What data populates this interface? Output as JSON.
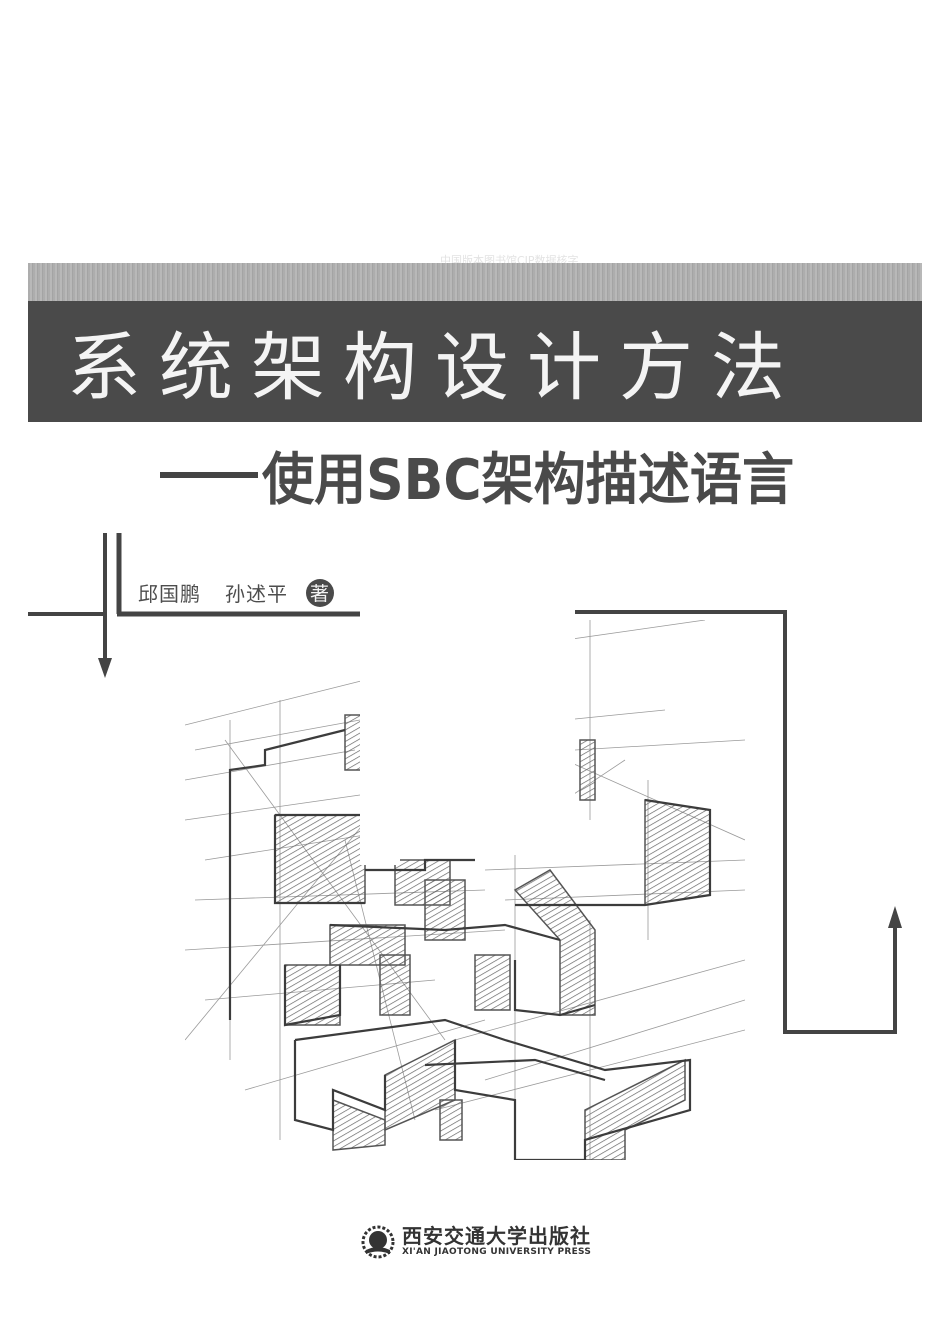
{
  "cover": {
    "title": "系统架构设计方法",
    "subtitle_dash": "——",
    "subtitle": "使用SBC架构描述语言",
    "authors": [
      "邱国鹏",
      "孙述平"
    ],
    "author_role": "著",
    "publisher": {
      "name_cn": "西安交通大学出版社",
      "name_en": "XI'AN JIAOTONG UNIVERSITY PRESS",
      "logo_icon": "gear-book-emblem-icon"
    },
    "colors": {
      "title_band": "#4a4a4a",
      "title_text": "#f4f4f4",
      "subtitle_text": "#4a4a4a",
      "lines": "#444444",
      "background": "#ffffff"
    },
    "illustration": "pencil-perspective-sketch-of-stacked-blocks"
  }
}
